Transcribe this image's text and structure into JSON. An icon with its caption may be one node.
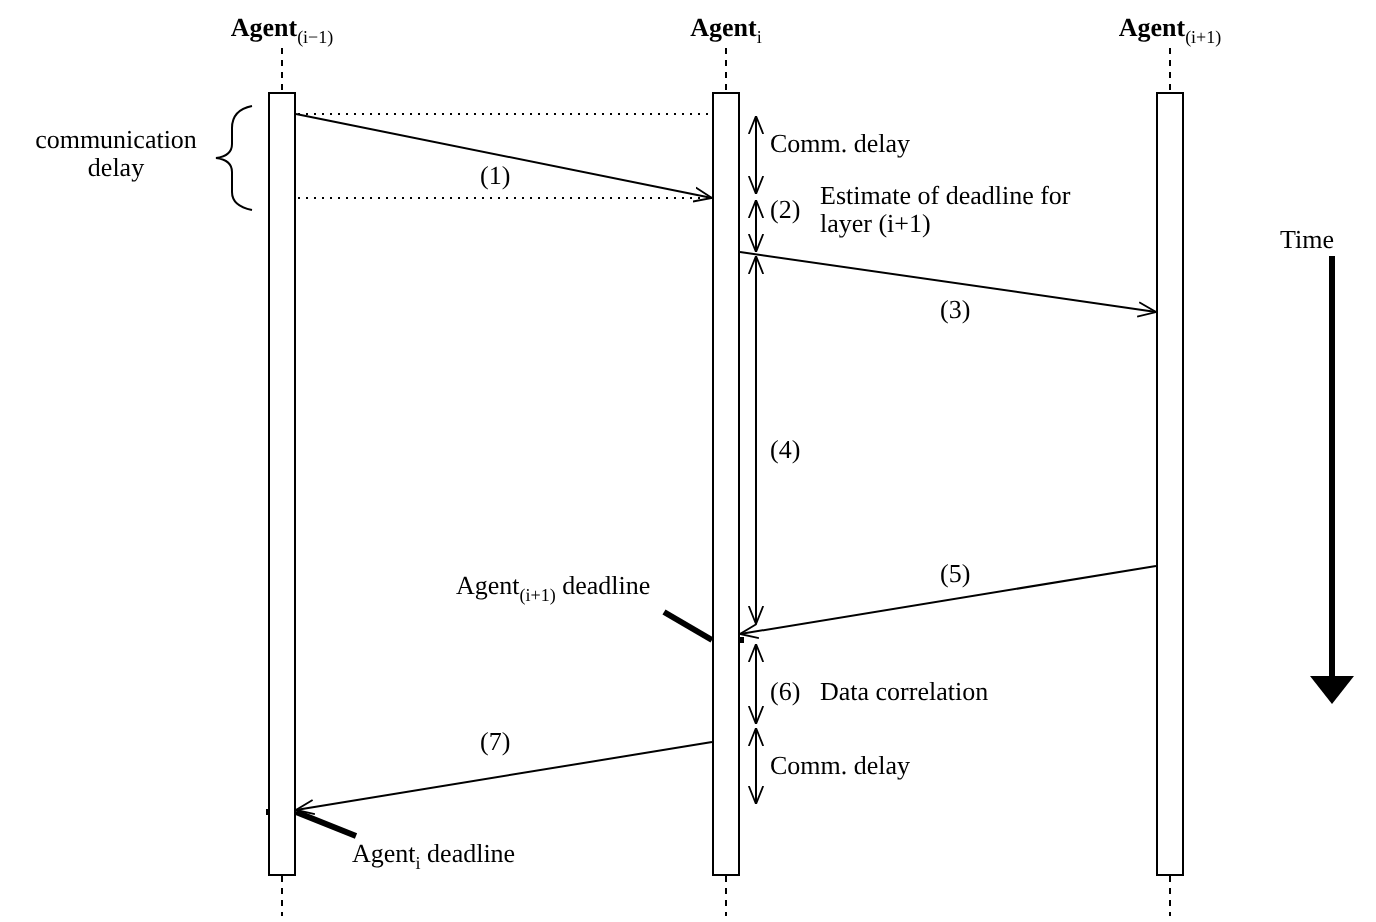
{
  "diagram": {
    "nodes": [
      {
        "text": [
          "Agent$_{(i−1)}$"
        ]
      },
      {
        "text": [
          "Agent$_{i}$"
        ]
      },
      {
        "text": [
          "Agent$_{(i+1)}$"
        ]
      },
      {
        "text": [
          "Agent$_{(i+1)}$ deadline"
        ]
      },
      {
        "text": [
          "Agent$_{i}$ deadline"
        ]
      }
    ],
    "edges": [
      {
        "from": 0,
        "to": 1,
        "arrow": "to",
        "label": "(1)"
      },
      {
        "from": 1,
        "to": 2,
        "arrow": "to",
        "label": "(3)"
      },
      {
        "from": 2,
        "to": 1,
        "arrow": "to",
        "label": "(5)"
      },
      {
        "from": 1,
        "to": 0,
        "arrow": "to",
        "label": "(7)"
      },
      {
        "from": 3,
        "to": 1,
        "arrow": "none",
        "style": "thick"
      },
      {
        "from": 4,
        "to": 0,
        "arrow": "none",
        "style": "thick"
      }
    ],
    "labels": [
      "communication delay",
      "Comm. delay",
      "(2)",
      "Estimate of deadline for layer (i+1)",
      "(4)",
      "(6)",
      "Data correlation",
      "Comm. delay",
      "Time"
    ]
  }
}
